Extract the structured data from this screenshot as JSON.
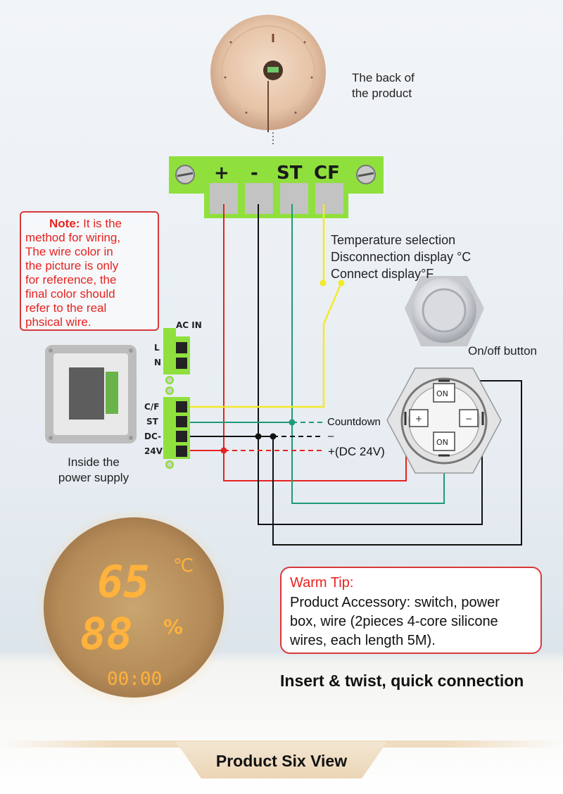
{
  "back_label": [
    "The back of",
    "the product"
  ],
  "terminals": [
    "+",
    "-",
    "ST",
    "CF"
  ],
  "temp_selection": [
    "Temperature selection",
    "Disconnection display °C",
    "Connect display°F"
  ],
  "onoff_label": "On/off button",
  "switch_labels": {
    "top": "ON",
    "bottom": "ON",
    "left": "+",
    "right": "−"
  },
  "note": {
    "bold": "Note:",
    "text_first": " It is the",
    "lines": [
      "method for wiring,",
      "The wire color in",
      "the picture is only",
      "for reference, the",
      "final color should",
      "refer to the real",
      "phsical wire."
    ]
  },
  "psu": {
    "ac_in": "AC IN",
    "l": "L",
    "n": "N",
    "pins": [
      "C/F",
      "ST",
      "DC-",
      "24V"
    ],
    "label": [
      "Inside the",
      "power supply"
    ]
  },
  "wire_labels": {
    "countdown": "Countdown",
    "minus": "–",
    "plus": "+(DC 24V)"
  },
  "display": {
    "temp": "65",
    "temp_unit": "℃",
    "humidity": "88",
    "humidity_unit": "%",
    "time": "00:00"
  },
  "warm_tip": {
    "title": "Warm Tip:",
    "lines": [
      "Product Accessory: switch, power",
      "box, wire (2pieces 4-core silicone",
      "wires, each length 5M)."
    ]
  },
  "insert_caption": "Insert & twist, quick connection",
  "six_view_title": "Product Six View",
  "colors": {
    "red_wire": "#e8221f",
    "black_wire": "#111111",
    "green_wire": "#1e9a78",
    "yellow_wire": "#f2ea2a",
    "terminal_green": "#8fe03d",
    "display_orange": "#ffb23c"
  }
}
